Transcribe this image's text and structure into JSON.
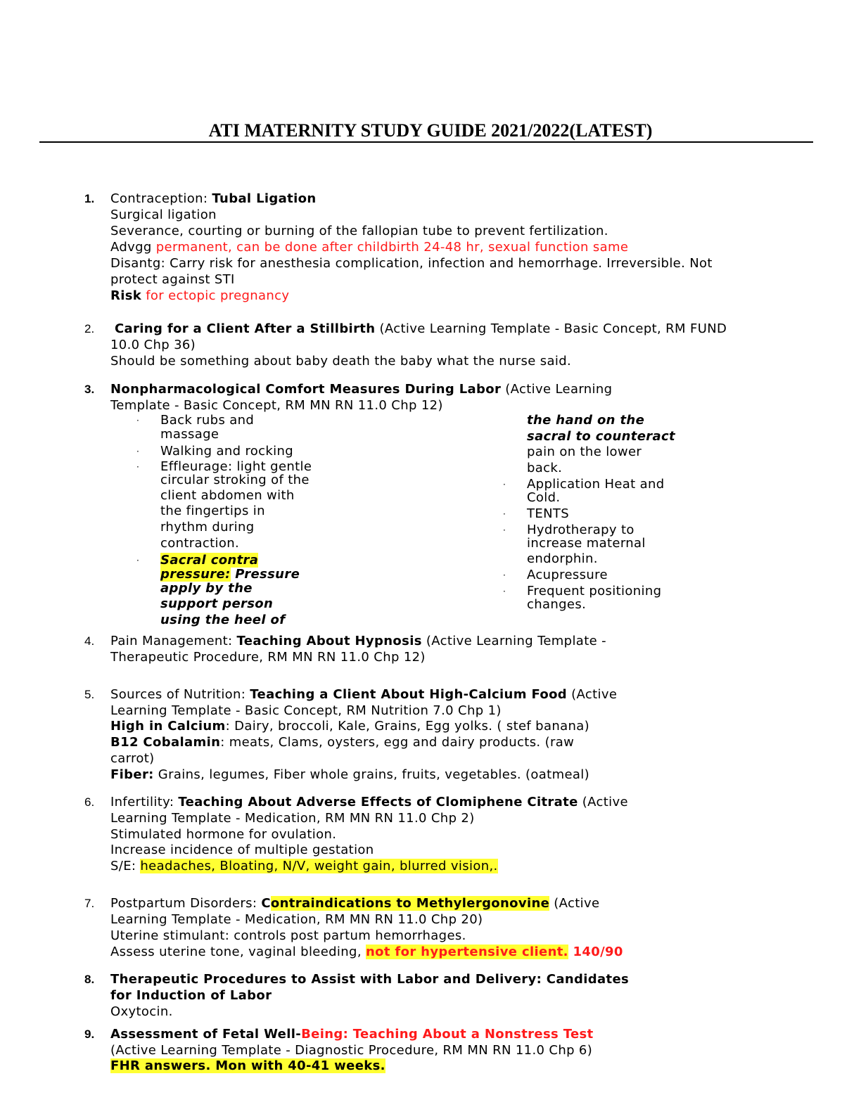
{
  "title": "ATI MATERNITY STUDY GUIDE 2021/2022(LATEST)",
  "items": {
    "i1": {
      "num": "1.",
      "prefix": "Contraception: ",
      "topic": "Tubal Ligation",
      "l2": "Surgical ligation",
      "l3": "Severance, courting or burning of the fallopian tube to prevent fertilization.",
      "adv_label": "Advgg ",
      "adv_text": "permanent, can be done after childbirth 24-48 hr, sexual function same",
      "dis_1": "Disantg: Carry risk for anesthesia complication, infection and hemorrhage. Irreversible. Not",
      "dis_2": "protect against STI",
      "risk_label": "Risk",
      "risk_text": " for ectopic pregnancy"
    },
    "i2": {
      "num": "2.",
      "topic": "Caring for a Client After a Stillbirth",
      "ref_1": " (Active Learning Template - Basic Concept, RM FUND",
      "ref_2": "10.0 Chp 36)",
      "l3": "Should be something about baby death the baby what the nurse said."
    },
    "i3": {
      "num": "3.",
      "topic": "Nonpharmacological Comfort Measures During Labor",
      "ref_1": " (Active Learning",
      "ref_2": "Template - Basic Concept, RM MN RN 11.0 Chp 12)",
      "bullet": "·",
      "left": {
        "backrubs_1": "Back rubs and",
        "backrubs_2": "massage",
        "walking": "Walking and rocking",
        "eff_1": "Effleurage: light gentle",
        "eff_2": "circular stroking of the",
        "eff_3": "client abdomen with",
        "eff_4": "the fingertips in",
        "eff_5": "rhythm during",
        "eff_6": "contraction.",
        "sacral_hl_1": "Sacral contra",
        "sacral_hl_2": "pressure:",
        "sacral_2": " Pressure",
        "sacral_3": "apply by the",
        "sacral_4": "support person",
        "sacral_5": "using the heel of"
      },
      "right": {
        "cont_1": "the hand on the",
        "cont_2": "sacral to counteract",
        "cont_3": "pain on the lower",
        "cont_4": "back.",
        "heat_1": "Application Heat and",
        "heat_2": "Cold.",
        "tents": "TENTS",
        "hydro_1": "Hydrotherapy to",
        "hydro_2": "increase maternal",
        "hydro_3": "endorphin.",
        "acu": "Acupressure",
        "freq_1": "Frequent positioning",
        "freq_2": "changes."
      }
    },
    "i4": {
      "num": "4.",
      "prefix": "Pain Management: ",
      "topic": "Teaching About Hypnosis",
      "ref_1": " (Active Learning Template -",
      "ref_2": "Therapeutic Procedure, RM MN RN 11.0 Chp 12)"
    },
    "i5": {
      "num": "5.",
      "prefix": "Sources of Nutrition: ",
      "topic": "Teaching a Client About High-Calcium Food",
      "ref_1": " (Active",
      "ref_2": "Learning Template - Basic Concept, RM Nutrition 7.0 Chp 1)",
      "calcium_label": "High in Calcium",
      "calcium_text": ": Dairy, broccoli, Kale, Grains, Egg yolks. ( stef banana)",
      "b12_label": "B12 Cobalamin",
      "b12_text": ": meats, Clams, oysters, egg and dairy products. (raw",
      "b12_text_2": "carrot)",
      "fiber_label": "Fiber:",
      "fiber_text": " Grains, legumes, Fiber whole grains, fruits, vegetables. (oatmeal)"
    },
    "i6": {
      "num": "6.",
      "prefix": "Infertility: ",
      "topic": "Teaching About Adverse Effects of Clomiphene Citrate",
      "ref_1": " (Active",
      "ref_2": "Learning Template - Medication, RM MN RN 11.0 Chp 2)",
      "l3": "Stimulated hormone for ovulation.",
      "l4": "Increase incidence of multiple gestation",
      "se_label": "S/E: ",
      "se_text": "headaches, Bloating, N/V, weight gain, blurred vision,."
    },
    "i7": {
      "num": "7.",
      "prefix": "Postpartum Disorders: ",
      "topic_c": "C",
      "topic_rest": "ontraindications to Methylergonovine",
      "ref_1": " (Active",
      "ref_2": "Learning Template - Medication, RM MN RN 11.0 Chp 20)",
      "l3": "Uterine stimulant: controls post partum hemorrhages.",
      "assess_text": "Assess uterine tone, vaginal bleeding, ",
      "assess_hl": "not for hypertensive client.",
      "assess_bp": " 140/90"
    },
    "i8": {
      "num": "8.",
      "topic_1": "Therapeutic Procedures to Assist with Labor and Delivery: Candidates",
      "topic_2": "for Induction of Labor",
      "l3": "Oxytocin."
    },
    "i9": {
      "num": "9.",
      "topic_a": "Assessment of Fetal Well-",
      "topic_b": "Being: Teaching About a Nonstress Test",
      "ref": "(Active Learning Template - Diagnostic Procedure, RM MN RN 11.0 Chp 6)",
      "fhr": "FHR answers. Mon with 40-41 weeks."
    }
  }
}
